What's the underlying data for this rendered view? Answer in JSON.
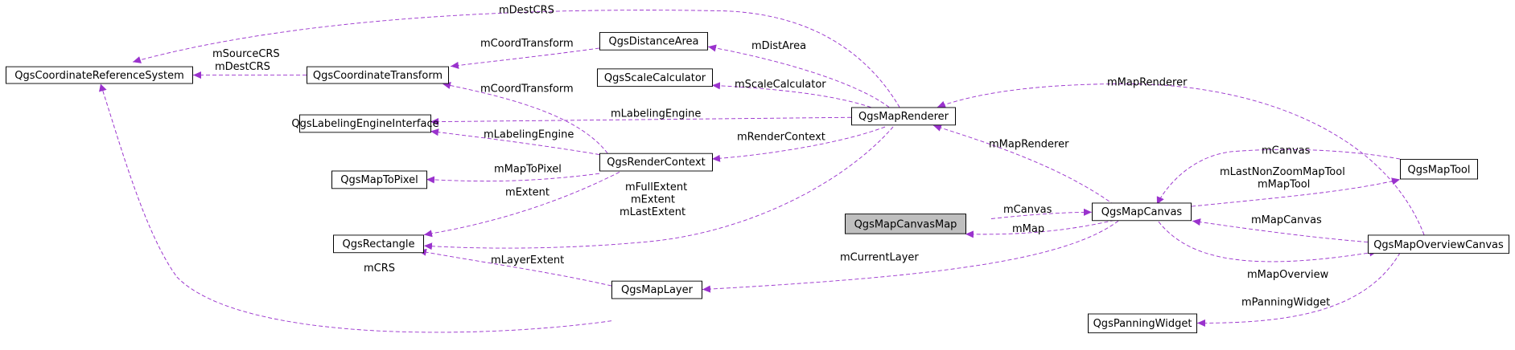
{
  "colors": {
    "edge": "#9a32cd",
    "node_border": "#000000",
    "highlight_fill": "#bfbfbf"
  },
  "nodes": {
    "crs": "QgsCoordinateReferenceSystem",
    "coord_transform": "QgsCoordinateTransform",
    "distance_area": "QgsDistanceArea",
    "scale_calculator": "QgsScaleCalculator",
    "labeling_engine": "QgsLabelingEngineInterface",
    "map_to_pixel": "QgsMapToPixel",
    "rectangle": "QgsRectangle",
    "render_context": "QgsRenderContext",
    "map_renderer": "QgsMapRenderer",
    "map_canvas_map": "QgsMapCanvasMap",
    "map_canvas": "QgsMapCanvas",
    "map_layer": "QgsMapLayer",
    "map_tool": "QgsMapTool",
    "overview_canvas": "QgsMapOverviewCanvas",
    "panning_widget": "QgsPanningWidget"
  },
  "edges": {
    "renderer_crs": "mDestCRS",
    "transform_crs_1": "mSourceCRS",
    "transform_crs_2": "mDestCRS",
    "distarea_transform": "mCoordTransform",
    "context_transform": "mCoordTransform",
    "renderer_distarea": "mDistArea",
    "renderer_scalecalc": "mScaleCalculator",
    "renderer_labeling": "mLabelingEngine",
    "context_labeling": "mLabelingEngine",
    "renderer_context": "mRenderContext",
    "context_maptopixel": "mMapToPixel",
    "context_rect": "mExtent",
    "renderer_rect_1": "mFullExtent",
    "renderer_rect_2": "mExtent",
    "renderer_rect_3": "mLastExtent",
    "layer_rect": "mLayerExtent",
    "layer_crs": "mCRS",
    "canvas_renderer": "mMapRenderer",
    "overview_renderer": "mMapRenderer",
    "tool_canvas": "mCanvas",
    "canvas_tool_1": "mLastNonZoomMapTool",
    "canvas_tool_2": "mMapTool",
    "canvasmap_canvas": "mCanvas",
    "canvas_canvasmap": "mMap",
    "canvas_layer": "mCurrentLayer",
    "overview_canvas": "mMapCanvas",
    "canvas_overview": "mMapOverview",
    "overview_panning": "mPanningWidget"
  }
}
